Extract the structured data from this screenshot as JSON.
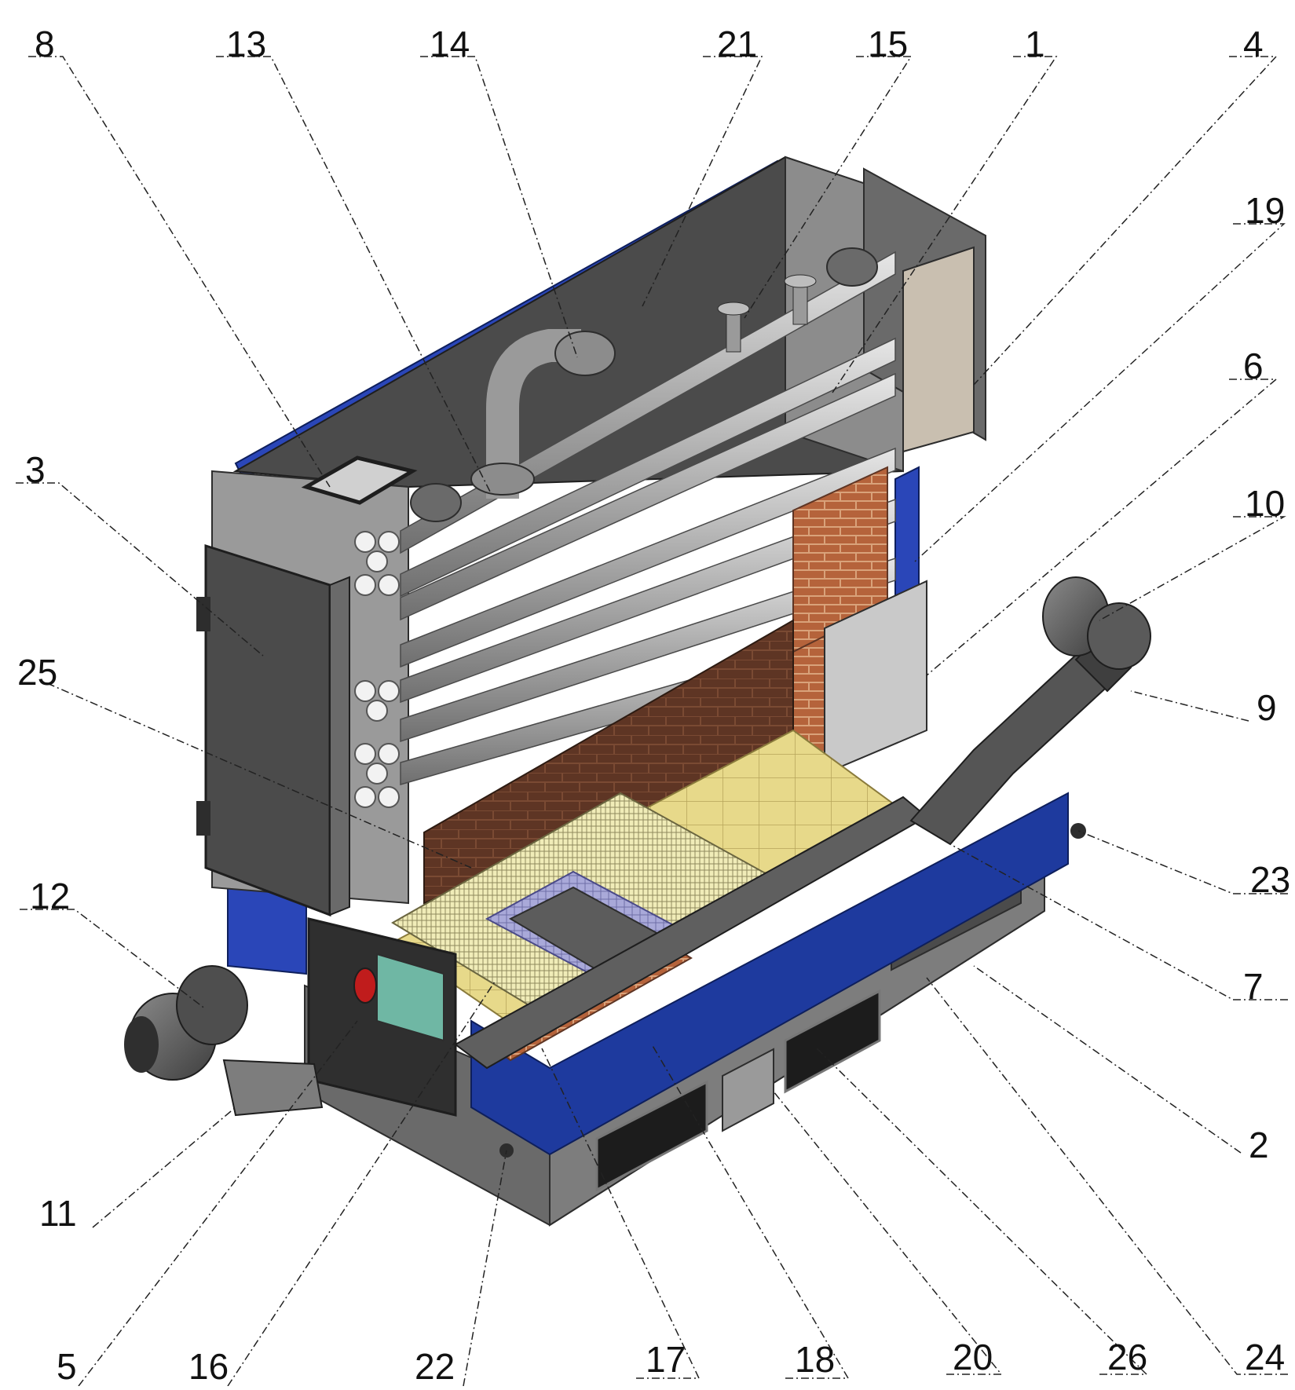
{
  "figure": {
    "description_free": true,
    "colors": {
      "background": "#ffffff",
      "steel_dark": "#4b4b4b",
      "steel_mid": "#7d7d7d",
      "steel_light": "#b7b7b7",
      "frame_blue": "#1e3a9e",
      "brick": "#b5633b",
      "mortar": "#d9a27a",
      "refractory_yellow": "#e7d98a",
      "grate_cream": "#f0ecb8",
      "insulation_lavender": "#a9a9d9",
      "leader": "#222222"
    }
  },
  "callouts": [
    {
      "id": "c8",
      "text": "8"
    },
    {
      "id": "c13",
      "text": "13"
    },
    {
      "id": "c14",
      "text": "14"
    },
    {
      "id": "c21",
      "text": "21"
    },
    {
      "id": "c15",
      "text": "15"
    },
    {
      "id": "c1",
      "text": "1"
    },
    {
      "id": "c4",
      "text": "4"
    },
    {
      "id": "c19",
      "text": "19"
    },
    {
      "id": "c6",
      "text": "6"
    },
    {
      "id": "c10",
      "text": "10"
    },
    {
      "id": "c3",
      "text": "3"
    },
    {
      "id": "c25",
      "text": "25"
    },
    {
      "id": "c9",
      "text": "9"
    },
    {
      "id": "c12",
      "text": "12"
    },
    {
      "id": "c23",
      "text": "23"
    },
    {
      "id": "c7",
      "text": "7"
    },
    {
      "id": "c2",
      "text": "2"
    },
    {
      "id": "c11",
      "text": "11"
    },
    {
      "id": "c5",
      "text": "5"
    },
    {
      "id": "c16",
      "text": "16"
    },
    {
      "id": "c22",
      "text": "22"
    },
    {
      "id": "c17",
      "text": "17"
    },
    {
      "id": "c18",
      "text": "18"
    },
    {
      "id": "c20",
      "text": "20"
    },
    {
      "id": "c26",
      "text": "26"
    },
    {
      "id": "c24",
      "text": "24"
    }
  ]
}
